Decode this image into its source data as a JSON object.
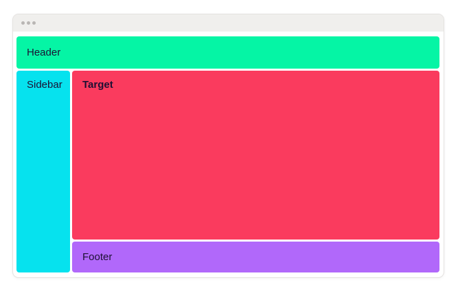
{
  "window": {
    "titlebar": {
      "dot_color": "#b9b6b4",
      "bg": "#f0efed"
    },
    "panels": {
      "header": {
        "label": "Header",
        "bg": "#05f5a5"
      },
      "sidebar": {
        "label": "Sidebar",
        "bg": "#06e2ee"
      },
      "target": {
        "label": "Target",
        "bg": "#fa3b5e"
      },
      "footer": {
        "label": "Footer",
        "bg": "#b168fa"
      }
    },
    "colors": {
      "text": "#1c1033",
      "window_border": "#e4e2e0",
      "window_bg": "#ffffff"
    }
  }
}
